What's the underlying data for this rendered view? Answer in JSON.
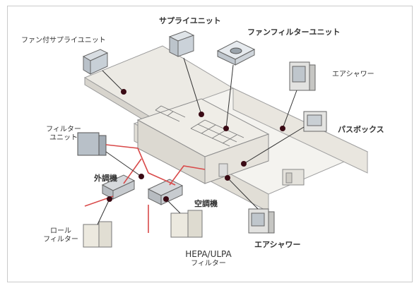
{
  "labels": {
    "fan_supply_unit": "ファン付サプライユニット",
    "supply_unit": "サプライユニット",
    "fan_filter_unit": "ファンフィルターユニット",
    "air_shower_top": "エアシャワー",
    "filter_unit_line1": "フィルター",
    "filter_unit_line2": "ユニット",
    "pass_box": "パスボックス",
    "outside_air_handler": "外調機",
    "air_handler": "空調機",
    "roll_filter_line1": "ロール",
    "roll_filter_line2": "フィルター",
    "air_shower_bottom": "エアシャワー",
    "hepa_line1": "HEPA/ULPA",
    "hepa_line2": "フィルター"
  },
  "colors": {
    "duct_red": "#d94a4a",
    "marker": "#3a0a14",
    "line": "#333333",
    "wall": "#e9e6df",
    "floor": "#f4f3ef"
  }
}
